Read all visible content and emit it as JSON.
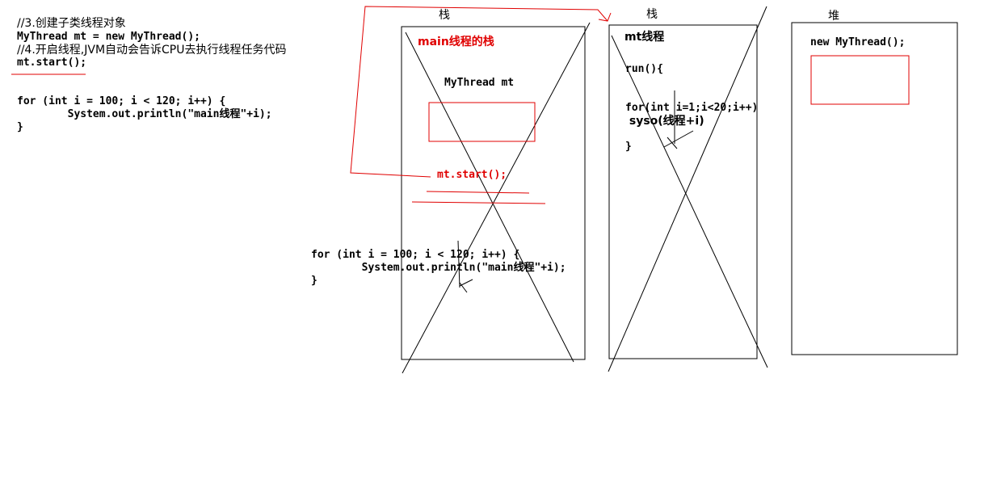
{
  "left_code": {
    "comment1": "//3.创建子类线程对象",
    "line1": "MyThread mt = new MyThread();",
    "comment2": "//4.开启线程,JVM自动会告诉CPU去执行线程任务代码",
    "line2": "mt.start();",
    "for_line": "for (int i = 100; i < 120; i++) {",
    "body_line": "        System.out.println(\"main线程\"+i);",
    "close": "}"
  },
  "main_stack": {
    "title": "栈",
    "name": "main线程的栈",
    "var": "MyThread mt",
    "call": "mt.start();"
  },
  "middle_code": {
    "for_line": "for (int i = 100; i < 120; i++) {",
    "body_line": "        System.out.println(\"main线程\"+i);",
    "close": "}"
  },
  "mt_stack": {
    "title": "栈",
    "name": "mt线程",
    "run": "run(){",
    "for_line": "for(int i=1;i<20;i++)",
    "body_line": " syso(线程+i)",
    "close": "}"
  },
  "heap": {
    "title": "堆",
    "object": "new MyThread();"
  },
  "colors": {
    "annotation": "#e00000",
    "ink": "#000000"
  }
}
